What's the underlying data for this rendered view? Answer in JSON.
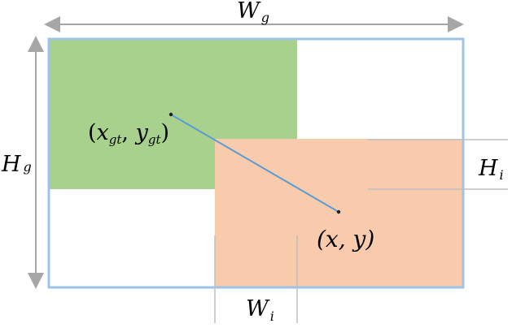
{
  "diagram": {
    "labels": {
      "wg_main": "W",
      "wg_sub": "g",
      "hg_main": "H",
      "hg_sub": "g",
      "hi_main": "H",
      "hi_sub": "i",
      "wi_main": "W",
      "wi_sub": "i",
      "gt_open": "(",
      "gt_x": "x",
      "gt_x_sub": "gt",
      "gt_comma": ", ",
      "gt_y": "y",
      "gt_y_sub": "gt",
      "gt_close": ")",
      "pred_point": "(x, y)"
    },
    "colors": {
      "ground_truth_box": "#a9d18e",
      "predicted_box": "#f8cbad",
      "enclosing_box_stroke": "#9dc3e6",
      "center_line": "#5b9bd5",
      "arrow": "#a6a6a6",
      "guide_line": "#bfbfbf"
    }
  }
}
